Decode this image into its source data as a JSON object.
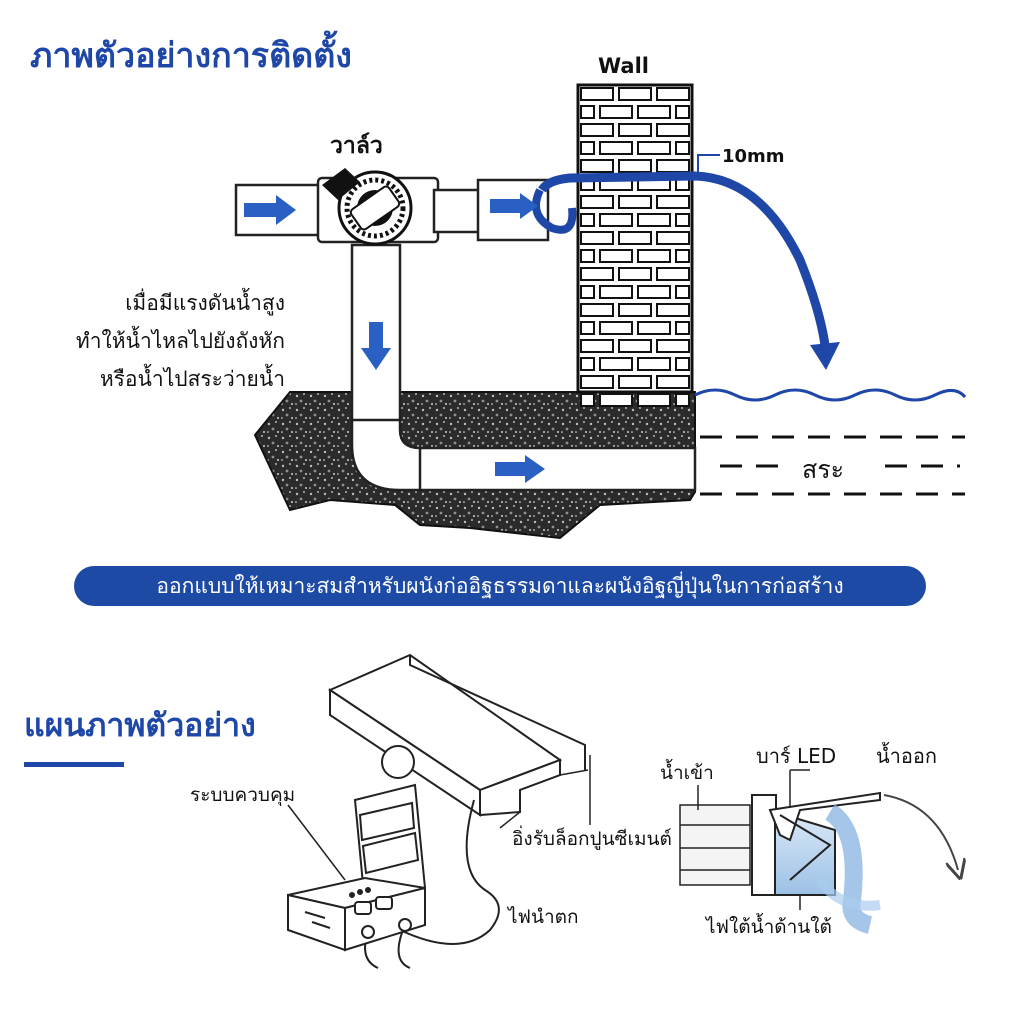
{
  "top_section": {
    "title": "ภาพตัวอย่างการติดตั้ง",
    "wall_label": "Wall",
    "valve_label": "วาล์ว",
    "gap_label": "10mm",
    "side_note_lines": [
      "เมื่อมีแรงดันน้ำสูง",
      "ทำให้น้ำไหลไปยังถังหัก",
      "หรือน้ำไปสระว่ายน้ำ"
    ],
    "pool_label": "สระ",
    "banner_text": "ออกแบบให้เหมาะสมสำหรับผนังก่ออิฐธรรมดาและผนังอิฐญี่ปุ่นในการก่อสร้าง"
  },
  "bottom_section": {
    "title": "แผนภาพตัวอย่าง",
    "control_box_label": "ระบบควบคุม",
    "bracket_label": "อิ่งรับล็อกปูนซีเมนต์",
    "power_cable_label": "ไฟนำตก",
    "water_in_label": "น้ำเข้า",
    "led_bar_label": "บาร์ LED",
    "water_out_label": "น้ำออก",
    "underwater_light_label": "ไฟใต้น้ำด้านใต้"
  },
  "colors": {
    "brand_blue": "#1f47a8",
    "arrow_blue": "#2a5fc4",
    "pipe_fill": "#ffffff",
    "soil_dark": "#2a2a2a"
  }
}
